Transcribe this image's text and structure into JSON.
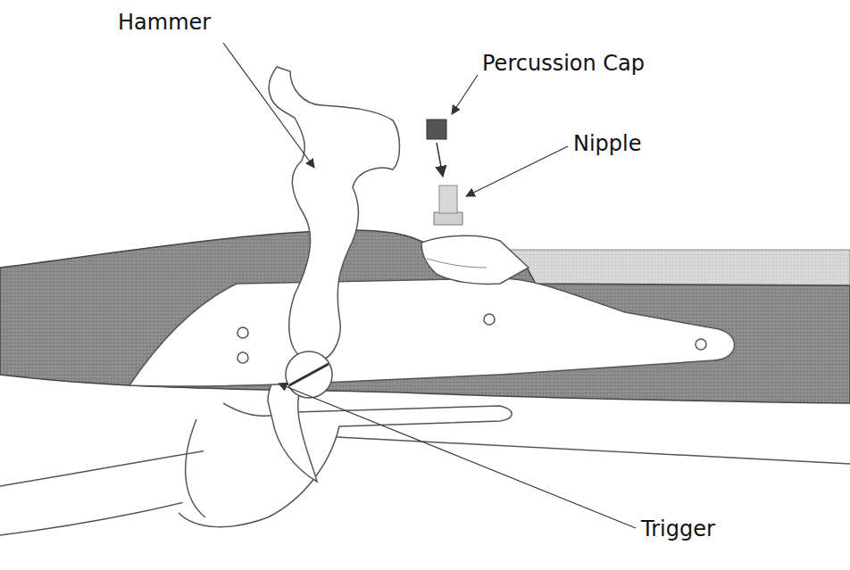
{
  "diagram": {
    "labels": [
      "Hammer",
      "Percussion Cap",
      "Nipple",
      "Trigger"
    ]
  }
}
